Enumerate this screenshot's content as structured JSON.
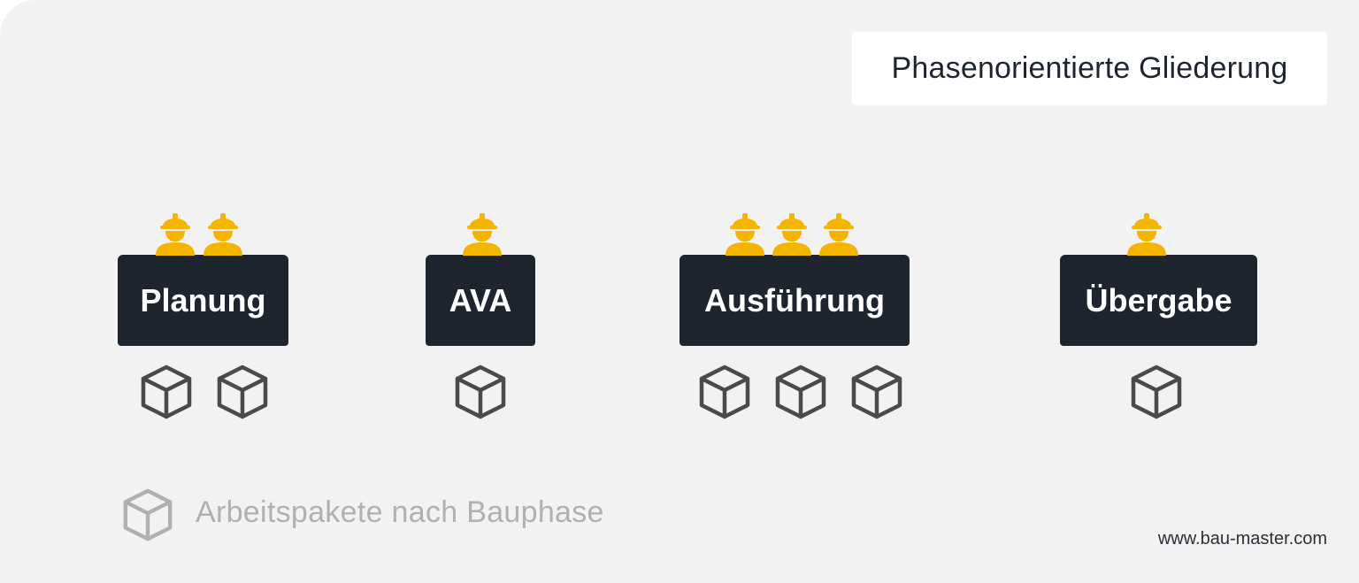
{
  "title": "Phasenorientierte Gliederung",
  "phases": [
    {
      "label": "Planung",
      "workers": 2,
      "packages": 2
    },
    {
      "label": "AVA",
      "workers": 1,
      "packages": 1
    },
    {
      "label": "Ausführung",
      "workers": 3,
      "packages": 3
    },
    {
      "label": "Übergabe",
      "workers": 1,
      "packages": 1
    }
  ],
  "legend": {
    "icon": "package-cube-icon",
    "label": "Arbeitspakete nach Bauphase"
  },
  "footer": {
    "website": "www.bau-master.com"
  },
  "colors": {
    "background": "#f2f2f2",
    "phase_box": "#1f252e",
    "worker": "#f5b400",
    "package_icon": "#4a4a4a",
    "legend_icon": "#b0b0b0"
  }
}
